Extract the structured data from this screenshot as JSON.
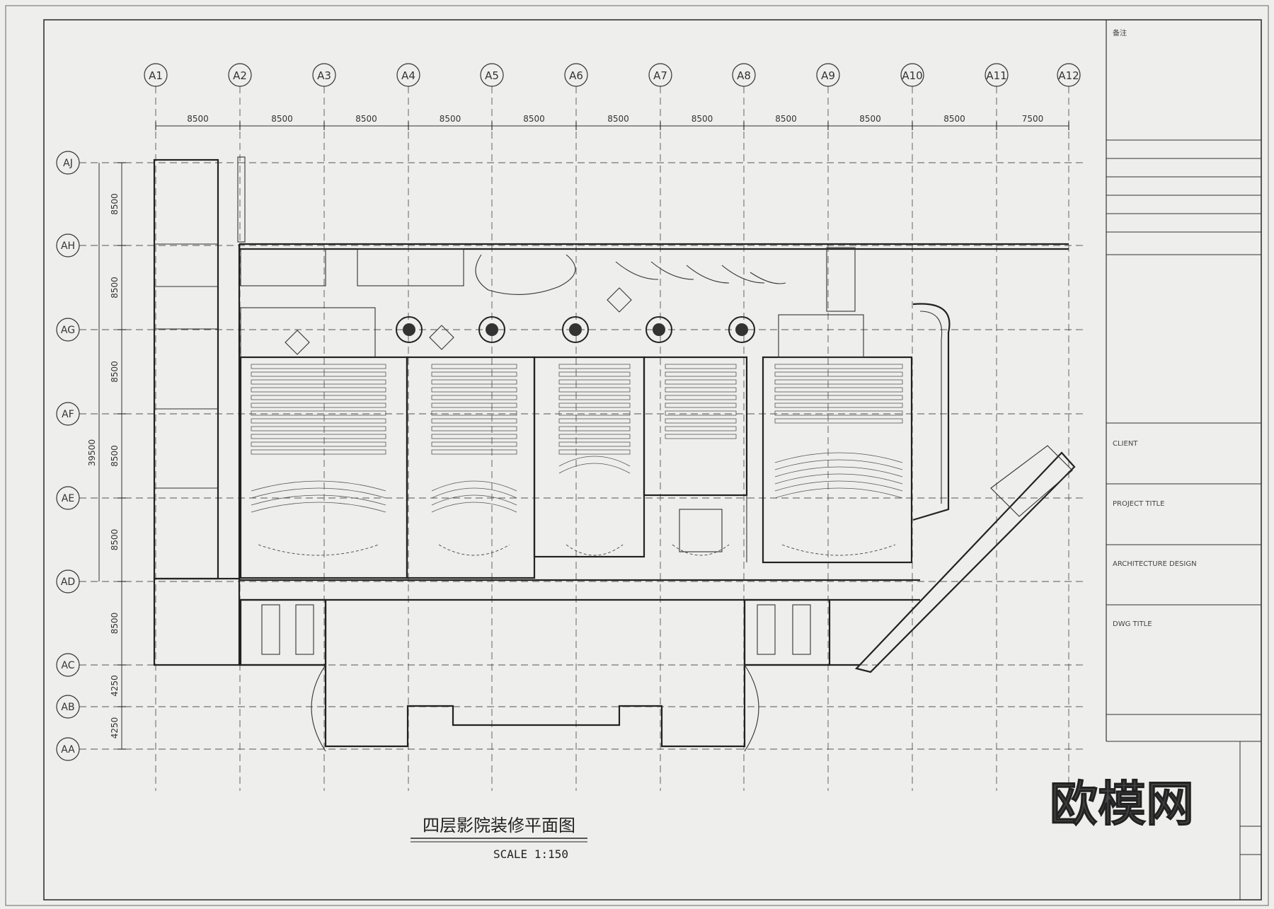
{
  "drawing": {
    "title": "四层影院装修平面图",
    "scale": "SCALE 1:150",
    "watermark_big": "欧模网"
  },
  "grid": {
    "columns": [
      "A1",
      "A2",
      "A3",
      "A4",
      "A5",
      "A6",
      "A7",
      "A8",
      "A9",
      "A10",
      "A11",
      "A12"
    ],
    "column_spacings": [
      "8500",
      "8500",
      "8500",
      "8500",
      "8500",
      "8500",
      "8500",
      "8500",
      "8500",
      "8500",
      "7500"
    ],
    "rows": [
      "AJ",
      "AH",
      "AG",
      "AF",
      "AE",
      "AD",
      "AC",
      "AB",
      "AA"
    ],
    "row_spacings": [
      "8500",
      "8500",
      "8500",
      "8500",
      "8500",
      "8500",
      "4250",
      "4250"
    ],
    "overall_height": "39500"
  },
  "title_block": {
    "remarks": "备注",
    "client": "CLIENT",
    "project_title": "PROJECT TITLE",
    "architecture_design": "ARCHITECTURE DESIGN",
    "dwg_title": "DWG TITLE"
  },
  "colors": {
    "paper": "#eeeeec",
    "ink": "#222222"
  }
}
